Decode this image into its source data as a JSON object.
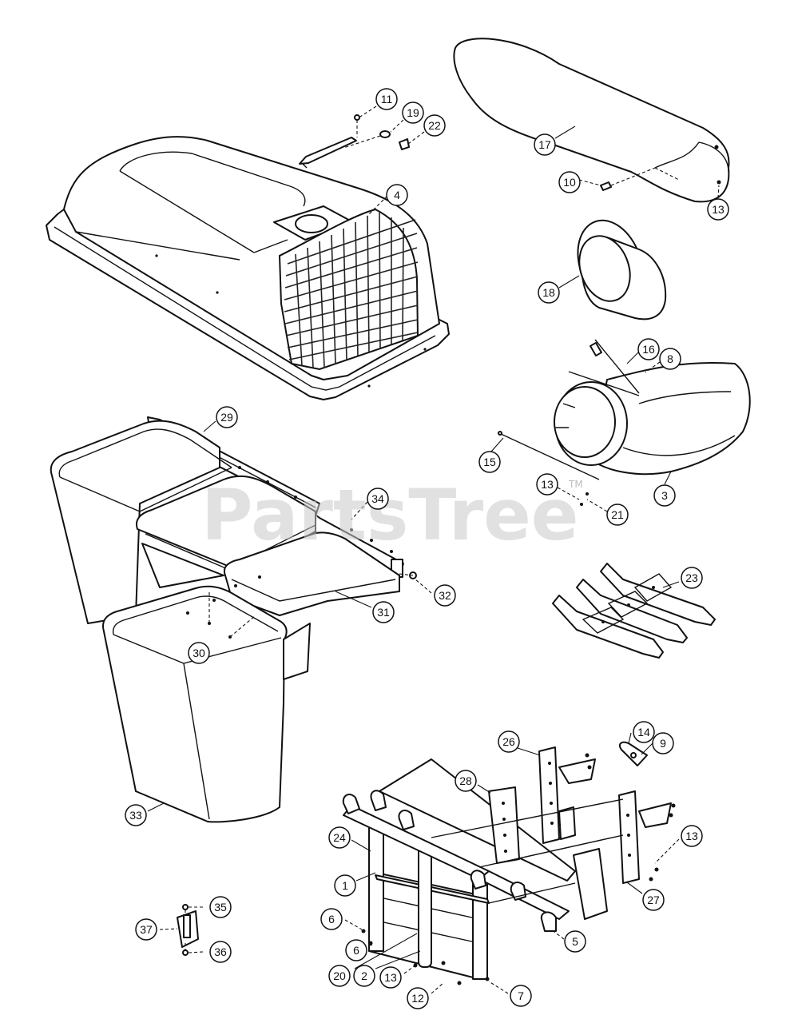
{
  "watermark": {
    "text": "PartsTree",
    "trademark": "TM"
  },
  "callouts": [
    {
      "id": "c11",
      "label": "11"
    },
    {
      "id": "c19",
      "label": "19"
    },
    {
      "id": "c22",
      "label": "22"
    },
    {
      "id": "c4",
      "label": "4"
    },
    {
      "id": "c17",
      "label": "17"
    },
    {
      "id": "c10",
      "label": "10"
    },
    {
      "id": "c13a",
      "label": "13"
    },
    {
      "id": "c18",
      "label": "18"
    },
    {
      "id": "c16",
      "label": "16"
    },
    {
      "id": "c8",
      "label": "8"
    },
    {
      "id": "c15",
      "label": "15"
    },
    {
      "id": "c13b",
      "label": "13"
    },
    {
      "id": "c21",
      "label": "21"
    },
    {
      "id": "c3",
      "label": "3"
    },
    {
      "id": "c29",
      "label": "29"
    },
    {
      "id": "c34",
      "label": "34"
    },
    {
      "id": "c32",
      "label": "32"
    },
    {
      "id": "c31",
      "label": "31"
    },
    {
      "id": "c30",
      "label": "30"
    },
    {
      "id": "c23",
      "label": "23"
    },
    {
      "id": "c33",
      "label": "33"
    },
    {
      "id": "c26",
      "label": "26"
    },
    {
      "id": "c14",
      "label": "14"
    },
    {
      "id": "c9",
      "label": "9"
    },
    {
      "id": "c28",
      "label": "28"
    },
    {
      "id": "c24",
      "label": "24"
    },
    {
      "id": "c13c",
      "label": "13"
    },
    {
      "id": "c1",
      "label": "1"
    },
    {
      "id": "c27",
      "label": "27"
    },
    {
      "id": "c35",
      "label": "35"
    },
    {
      "id": "c37",
      "label": "37"
    },
    {
      "id": "c36",
      "label": "36"
    },
    {
      "id": "c6a",
      "label": "6"
    },
    {
      "id": "c6b",
      "label": "6"
    },
    {
      "id": "c5",
      "label": "5"
    },
    {
      "id": "c20",
      "label": "20"
    },
    {
      "id": "c2",
      "label": "2"
    },
    {
      "id": "c13d",
      "label": "13"
    },
    {
      "id": "c12",
      "label": "12"
    },
    {
      "id": "c7",
      "label": "7"
    }
  ]
}
